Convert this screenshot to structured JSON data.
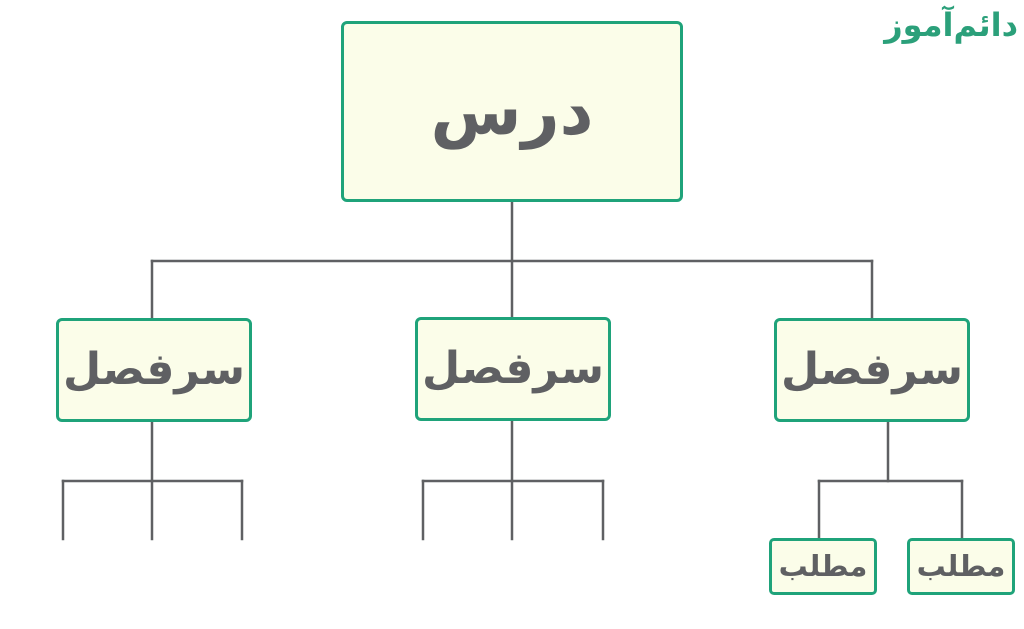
{
  "brand": {
    "logo_text": "دائم‌آموز",
    "color": "#2ba07a"
  },
  "diagram": {
    "type": "tree",
    "line_color": "#5f6063",
    "box_border_color": "#1fa37a",
    "box_fill_color": "#fbfde9",
    "text_color": "#5f6063",
    "root": {
      "label": "درس"
    },
    "headings": [
      {
        "label": "سرفصل",
        "children": [
          "مطلب",
          "مطلب"
        ]
      },
      {
        "label": "سرفصل",
        "children": []
      },
      {
        "label": "سرفصل",
        "children": []
      }
    ]
  }
}
